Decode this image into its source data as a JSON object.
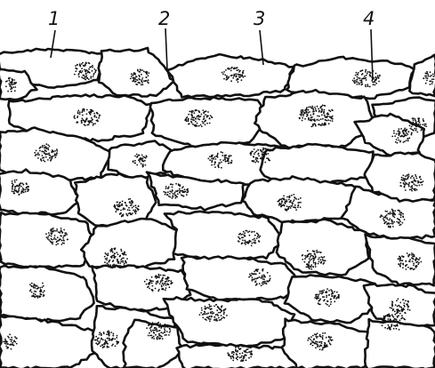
{
  "figure": {
    "labels": [
      {
        "id": "1",
        "text": "1"
      },
      {
        "id": "2",
        "text": "2"
      },
      {
        "id": "3",
        "text": "3"
      },
      {
        "id": "4",
        "text": "4"
      }
    ],
    "colors": {
      "ink": "#111111",
      "background": "#ffffff"
    }
  }
}
